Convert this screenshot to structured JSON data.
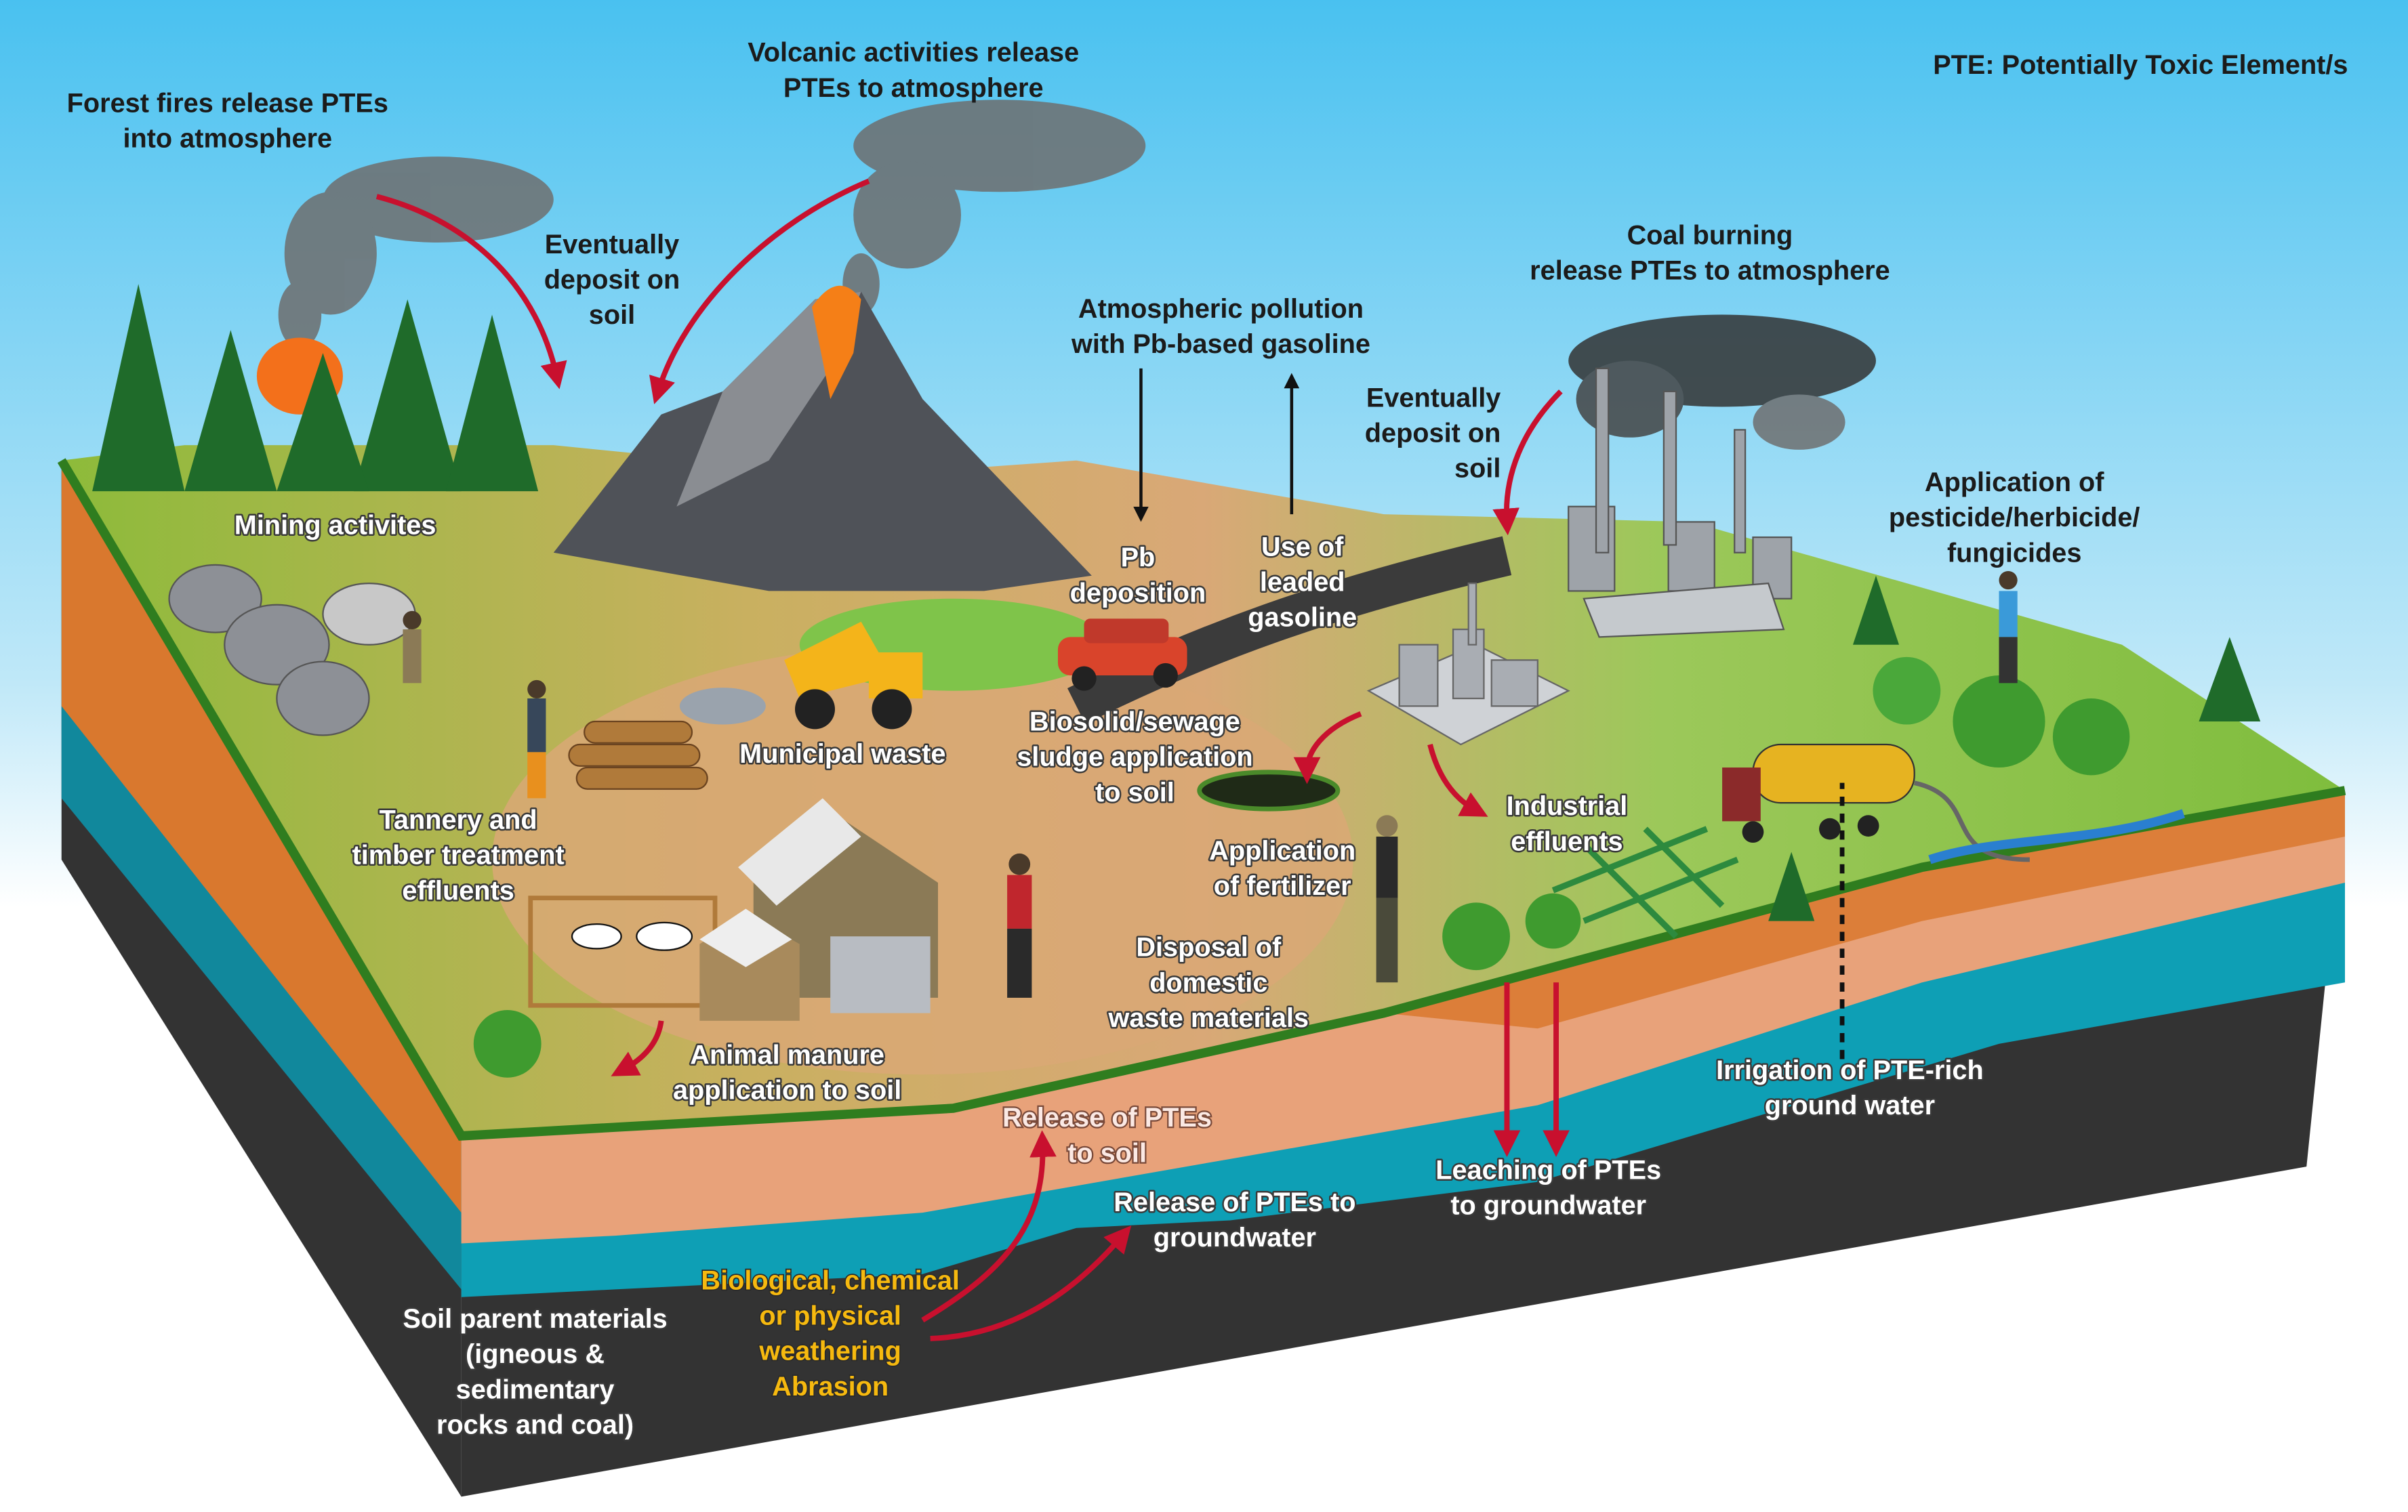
{
  "labels": {
    "forest_fires": {
      "color": "dark",
      "lines": [
        "Forest fires release PTEs",
        "into atmosphere"
      ]
    },
    "volcanic": {
      "color": "dark",
      "lines": [
        "Volcanic activities release",
        "PTEs to atmosphere"
      ]
    },
    "pte_legend": {
      "color": "dark",
      "lines": [
        "PTE: Potentially Toxic Element/s"
      ]
    },
    "deposit_left": {
      "color": "dark",
      "lines": [
        "Eventually",
        "deposit on",
        "soil"
      ]
    },
    "coal_burning": {
      "color": "dark",
      "lines": [
        "Coal burning",
        "release PTEs to atmosphere"
      ]
    },
    "atmospheric_pollution": {
      "color": "dark",
      "lines": [
        "Atmospheric pollution",
        "with Pb-based gasoline"
      ]
    },
    "deposit_right": {
      "color": "dark",
      "lines": [
        "Eventually",
        "deposit on",
        "soil"
      ]
    },
    "pesticide": {
      "color": "dark",
      "lines": [
        "Application of",
        "pesticide/herbicide/",
        "fungicides"
      ]
    },
    "mining": {
      "color": "white",
      "lines": [
        "Mining activites"
      ]
    },
    "pb_deposition": {
      "color": "white",
      "lines": [
        "Pb",
        "deposition"
      ]
    },
    "leaded_gasoline": {
      "color": "white",
      "lines": [
        "Use of",
        "leaded",
        "gasoline"
      ]
    },
    "municipal_waste": {
      "color": "white",
      "lines": [
        "Municipal waste"
      ]
    },
    "biosolid": {
      "color": "white",
      "lines": [
        "Biosolid/sewage",
        "sludge application",
        "to soil"
      ]
    },
    "tannery": {
      "color": "white",
      "lines": [
        "Tannery and",
        "timber treatment",
        "effluents"
      ]
    },
    "industrial": {
      "color": "white",
      "lines": [
        "Industrial",
        "effluents"
      ]
    },
    "fertilizer": {
      "color": "white",
      "lines": [
        "Application",
        "of fertilizer"
      ]
    },
    "domestic_waste": {
      "color": "white",
      "lines": [
        "Disposal of",
        "domestic",
        "waste materials"
      ]
    },
    "animal_manure": {
      "color": "white",
      "lines": [
        "Animal manure",
        "application to soil"
      ]
    },
    "irrigation": {
      "color": "white",
      "lines": [
        "Irrigation of PTE-rich",
        "ground water"
      ]
    },
    "release_soil": {
      "color": "pinkw",
      "lines": [
        "Release of PTEs",
        "to soil"
      ]
    },
    "leaching": {
      "color": "white",
      "lines": [
        "Leaching of PTEs",
        "to groundwater"
      ]
    },
    "release_groundwater": {
      "color": "white",
      "lines": [
        "Release of PTEs to",
        "groundwater"
      ]
    },
    "parent_materials": {
      "color": "white",
      "lines": [
        "Soil parent materials",
        "(igneous &",
        "sedimentary",
        "rocks and coal)"
      ]
    },
    "weathering": {
      "color": "yellow",
      "lines": [
        "Biological, chemical",
        "or physical",
        "weathering",
        "Abrasion"
      ]
    }
  },
  "colors": {
    "sky_top": "#49c1f0",
    "arrow_red": "#c8102e",
    "groundwater_teal": "#0e9fb5",
    "bedrock": "#333333",
    "subsoil": "#e8a27a",
    "topsoil_orange": "#d9782e",
    "grass": "#7cb83a",
    "highlight_yellow": "#f6b90f"
  }
}
